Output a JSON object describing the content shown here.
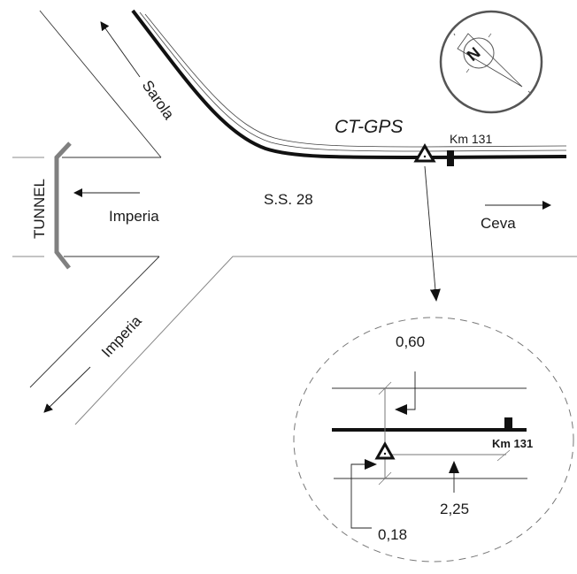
{
  "diagram": {
    "station_label": "CT-GPS",
    "road_label": "S.S. 28",
    "km_marker_label": "Km 131",
    "tunnel_label": "TUNNEL",
    "directions": {
      "sarola": "Sarola",
      "imperia_west": "Imperia",
      "imperia_southwest": "Imperia",
      "ceva": "Ceva"
    },
    "compass": {
      "label": "N"
    },
    "detail_inset": {
      "km_marker_label": "Km 131",
      "dimensions": {
        "top_offset": "0,60",
        "bottom_offset": "0,18",
        "km_offset": "2,25"
      }
    },
    "colors": {
      "road_centerline": "#111111",
      "road_edge": "#555555",
      "tunnel": "#808080",
      "inset_border": "#777777"
    }
  }
}
